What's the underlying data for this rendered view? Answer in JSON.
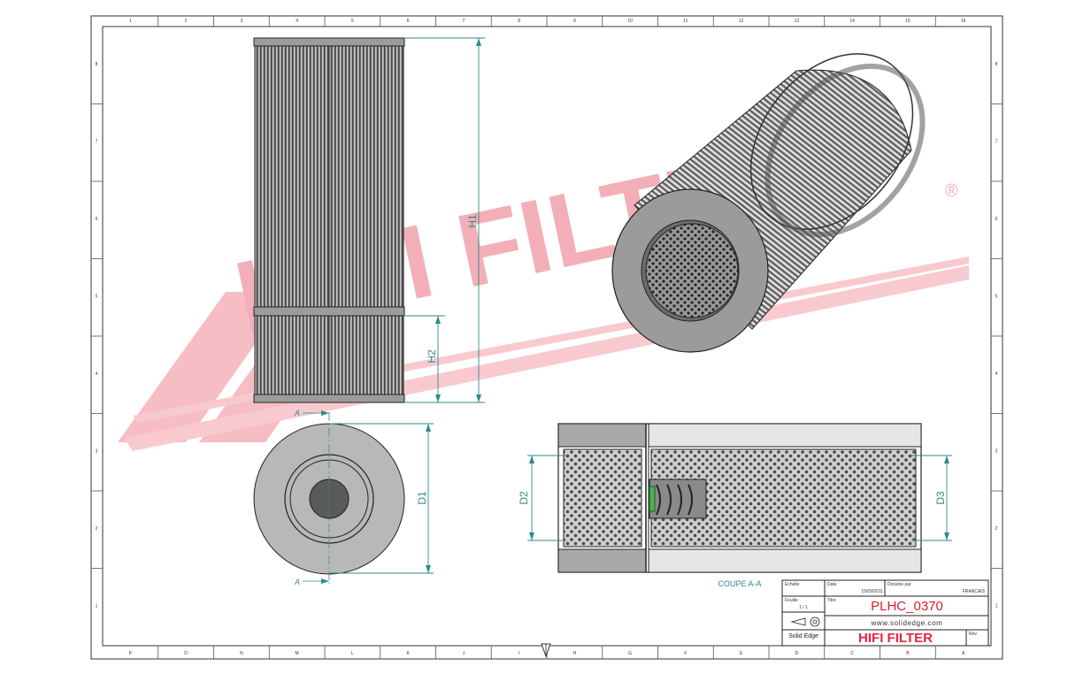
{
  "watermark": {
    "brand_text": "HIFI FILTER",
    "color": "#e8243c"
  },
  "dimensions": {
    "h1": "H1",
    "h2": "H2",
    "d1": "D1",
    "d2": "D2",
    "d3": "D3"
  },
  "section": {
    "marker": "A",
    "caption": "COUPE A-A"
  },
  "title_block": {
    "part_number": "PLHC_0370",
    "website": "www.solidedge.com",
    "brand": "HIFI FILTER",
    "software": "Solid Edge",
    "date_value": "15/09/2011",
    "language": "FRANCAIS",
    "sheet": "1 / 1",
    "brand_color": "#e8243c",
    "part_color": "#d8202c"
  },
  "frame": {
    "top_zones": [
      "1",
      "2",
      "3",
      "4",
      "5",
      "6",
      "7",
      "8",
      "9",
      "10",
      "11",
      "12",
      "13",
      "14",
      "15",
      "16"
    ],
    "bottom_zones": [
      "P",
      "O",
      "N",
      "M",
      "L",
      "K",
      "J",
      "I",
      "H",
      "G",
      "F",
      "E",
      "D",
      "C",
      "B",
      "A"
    ],
    "side_zones": [
      "8",
      "7",
      "6",
      "5",
      "4",
      "3",
      "2",
      "1"
    ]
  }
}
